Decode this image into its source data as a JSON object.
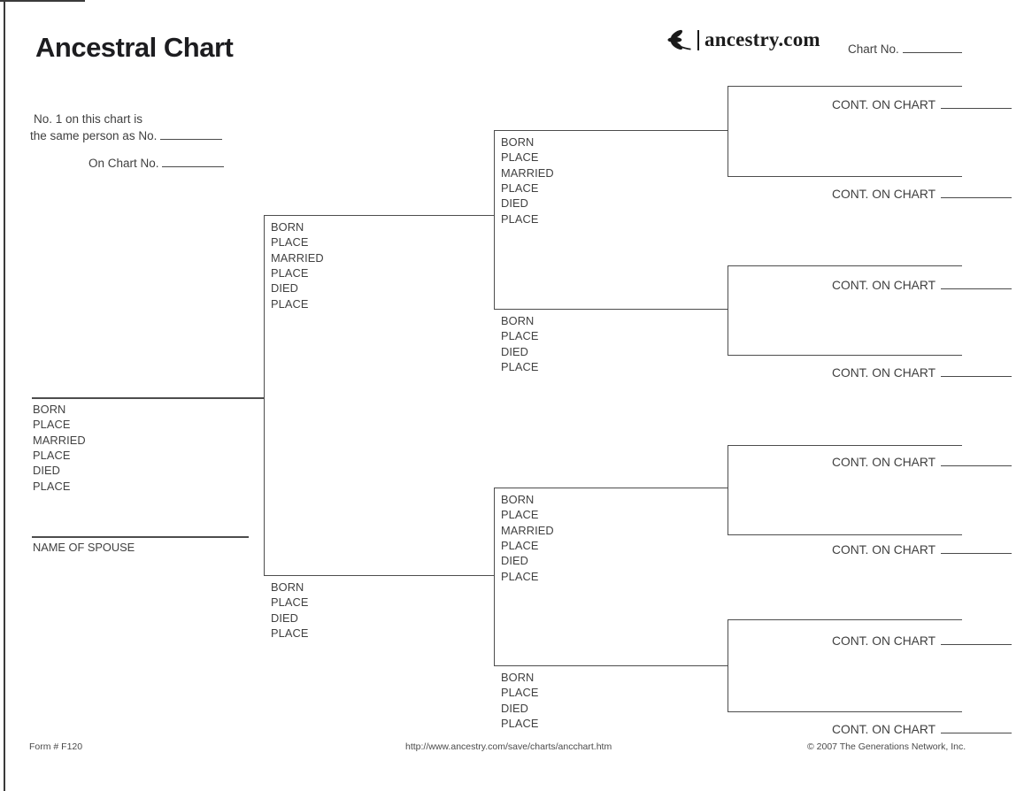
{
  "header": {
    "title": "Ancestral Chart",
    "logo_icon": "leaf-sprig-icon",
    "logo_text": "ancestry.com",
    "chart_no_label": "Chart No.",
    "line_color": "#4d4d4d",
    "text_color": "#3f3f3f"
  },
  "intro": {
    "line1": "No. 1 on this chart is",
    "line2": "the same person as No.",
    "line3": "On Chart No."
  },
  "tree": {
    "person1": {
      "fields": [
        "BORN",
        "PLACE",
        "MARRIED",
        "PLACE",
        "DIED",
        "PLACE"
      ],
      "spouse_label": "NAME OF SPOUSE"
    },
    "gen2_father": {
      "fields": [
        "BORN",
        "PLACE",
        "MARRIED",
        "PLACE",
        "DIED",
        "PLACE"
      ]
    },
    "gen2_mother": {
      "fields": [
        "BORN",
        "PLACE",
        "DIED",
        "PLACE"
      ]
    },
    "gen3_p1": {
      "fields": [
        "BORN",
        "PLACE",
        "MARRIED",
        "PLACE",
        "DIED",
        "PLACE"
      ]
    },
    "gen3_p2": {
      "fields": [
        "BORN",
        "PLACE",
        "DIED",
        "PLACE"
      ]
    },
    "gen3_p3": {
      "fields": [
        "BORN",
        "PLACE",
        "MARRIED",
        "PLACE",
        "DIED",
        "PLACE"
      ]
    },
    "gen3_p4": {
      "fields": [
        "BORN",
        "PLACE",
        "DIED",
        "PLACE"
      ]
    },
    "cont_label": "CONT. ON CHART"
  },
  "footer": {
    "form_number": "Form # F120",
    "url": "http://www.ancestry.com/save/charts/ancchart.htm",
    "copyright": "© 2007 The Generations Network, Inc."
  }
}
